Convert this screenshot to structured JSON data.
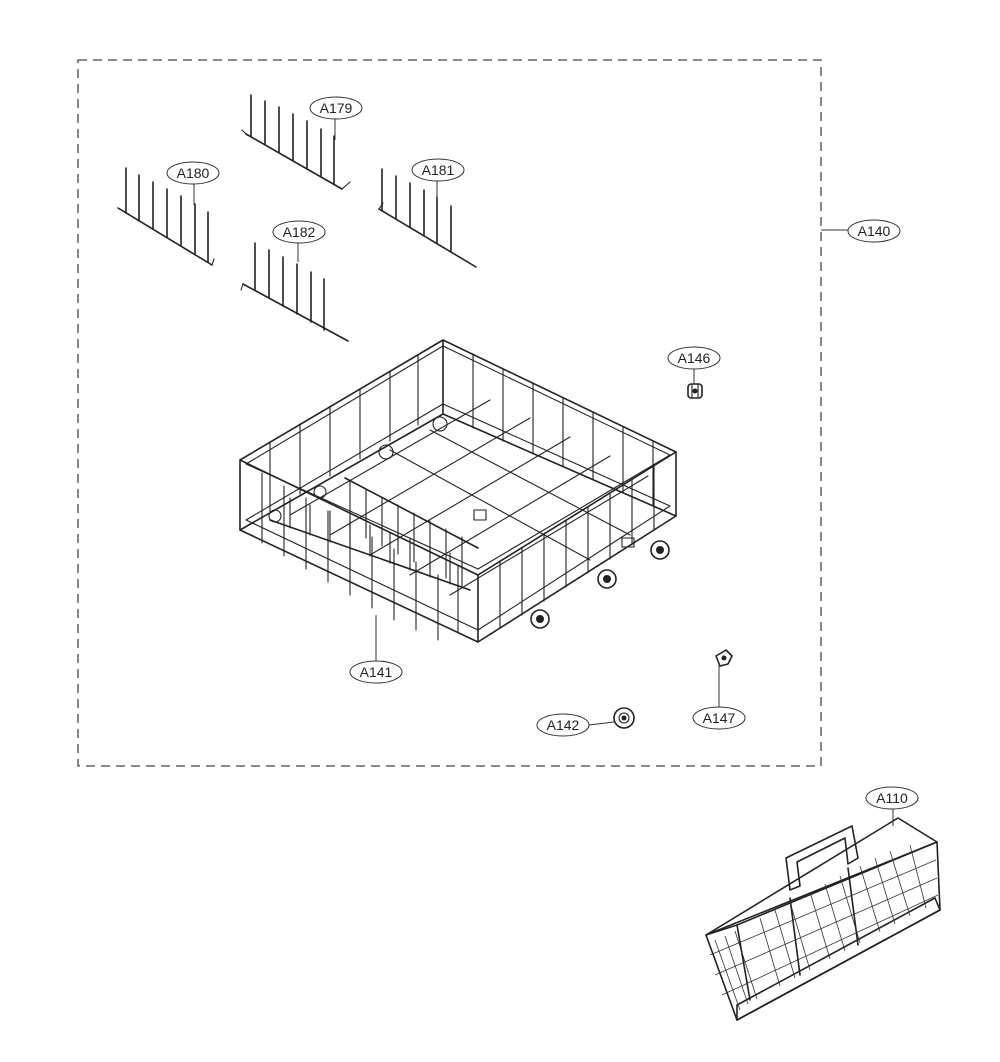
{
  "labels": {
    "a140": "A140",
    "a141": "A141",
    "a142": "A142",
    "a146": "A146",
    "a147": "A147",
    "a179": "A179",
    "a180": "A180",
    "a181": "A181",
    "a182": "A182",
    "a110": "A110"
  }
}
